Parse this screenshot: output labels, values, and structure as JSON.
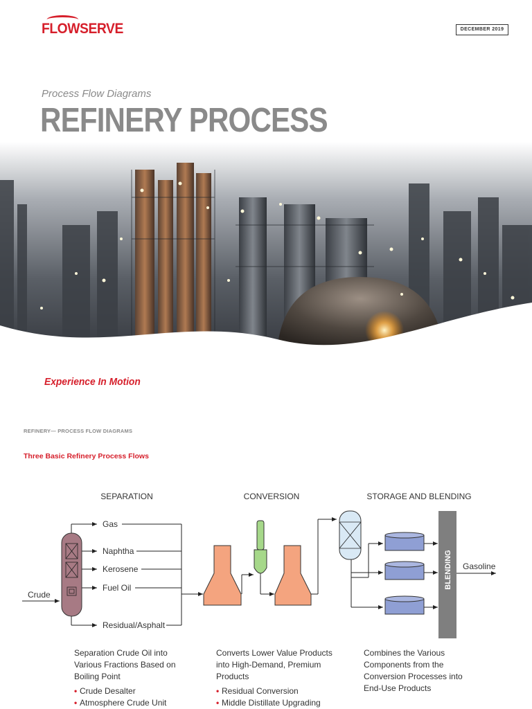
{
  "header": {
    "brand": "FLOWSERVE",
    "date": "DECEMBER 2019"
  },
  "cover": {
    "kicker": "Process Flow Diagrams",
    "title": "REFINERY PROCESS",
    "tagline": "Experience In Motion"
  },
  "section": {
    "eyebrow": "REFINERY— PROCESS FLOW DIAGRAMS",
    "heading": "Three Basic Refinery Process Flows"
  },
  "diagram": {
    "stages": [
      "SEPARATION",
      "CONVERSION",
      "STORAGE AND BLENDING"
    ],
    "input": "Crude",
    "outputs": [
      "Gas",
      "Naphtha",
      "Kerosene",
      "Fuel Oil",
      "Residual/Asphalt"
    ],
    "blending_label": "BLENDING",
    "product": "Gasoline",
    "colors": {
      "column": "#a77a84",
      "converter": "#f4a47f",
      "reactor": "#a6d88a",
      "tank": "#8f9fd4",
      "vessel": "#d9e9f5",
      "blending": "#7f7f7f"
    }
  },
  "columns": [
    {
      "description": "Separation Crude Oil into Various Fractions Based on Boiling Point",
      "bullets": [
        "Crude Desalter",
        "Atmosphere Crude Unit"
      ]
    },
    {
      "description": "Converts Lower Value Products into High-Demand, Premium Products",
      "bullets": [
        "Residual Conversion",
        "Middle Distillate Upgrading"
      ]
    },
    {
      "description": "Combines the Various Components from the Conversion Processes into End-Use Products",
      "bullets": []
    }
  ]
}
